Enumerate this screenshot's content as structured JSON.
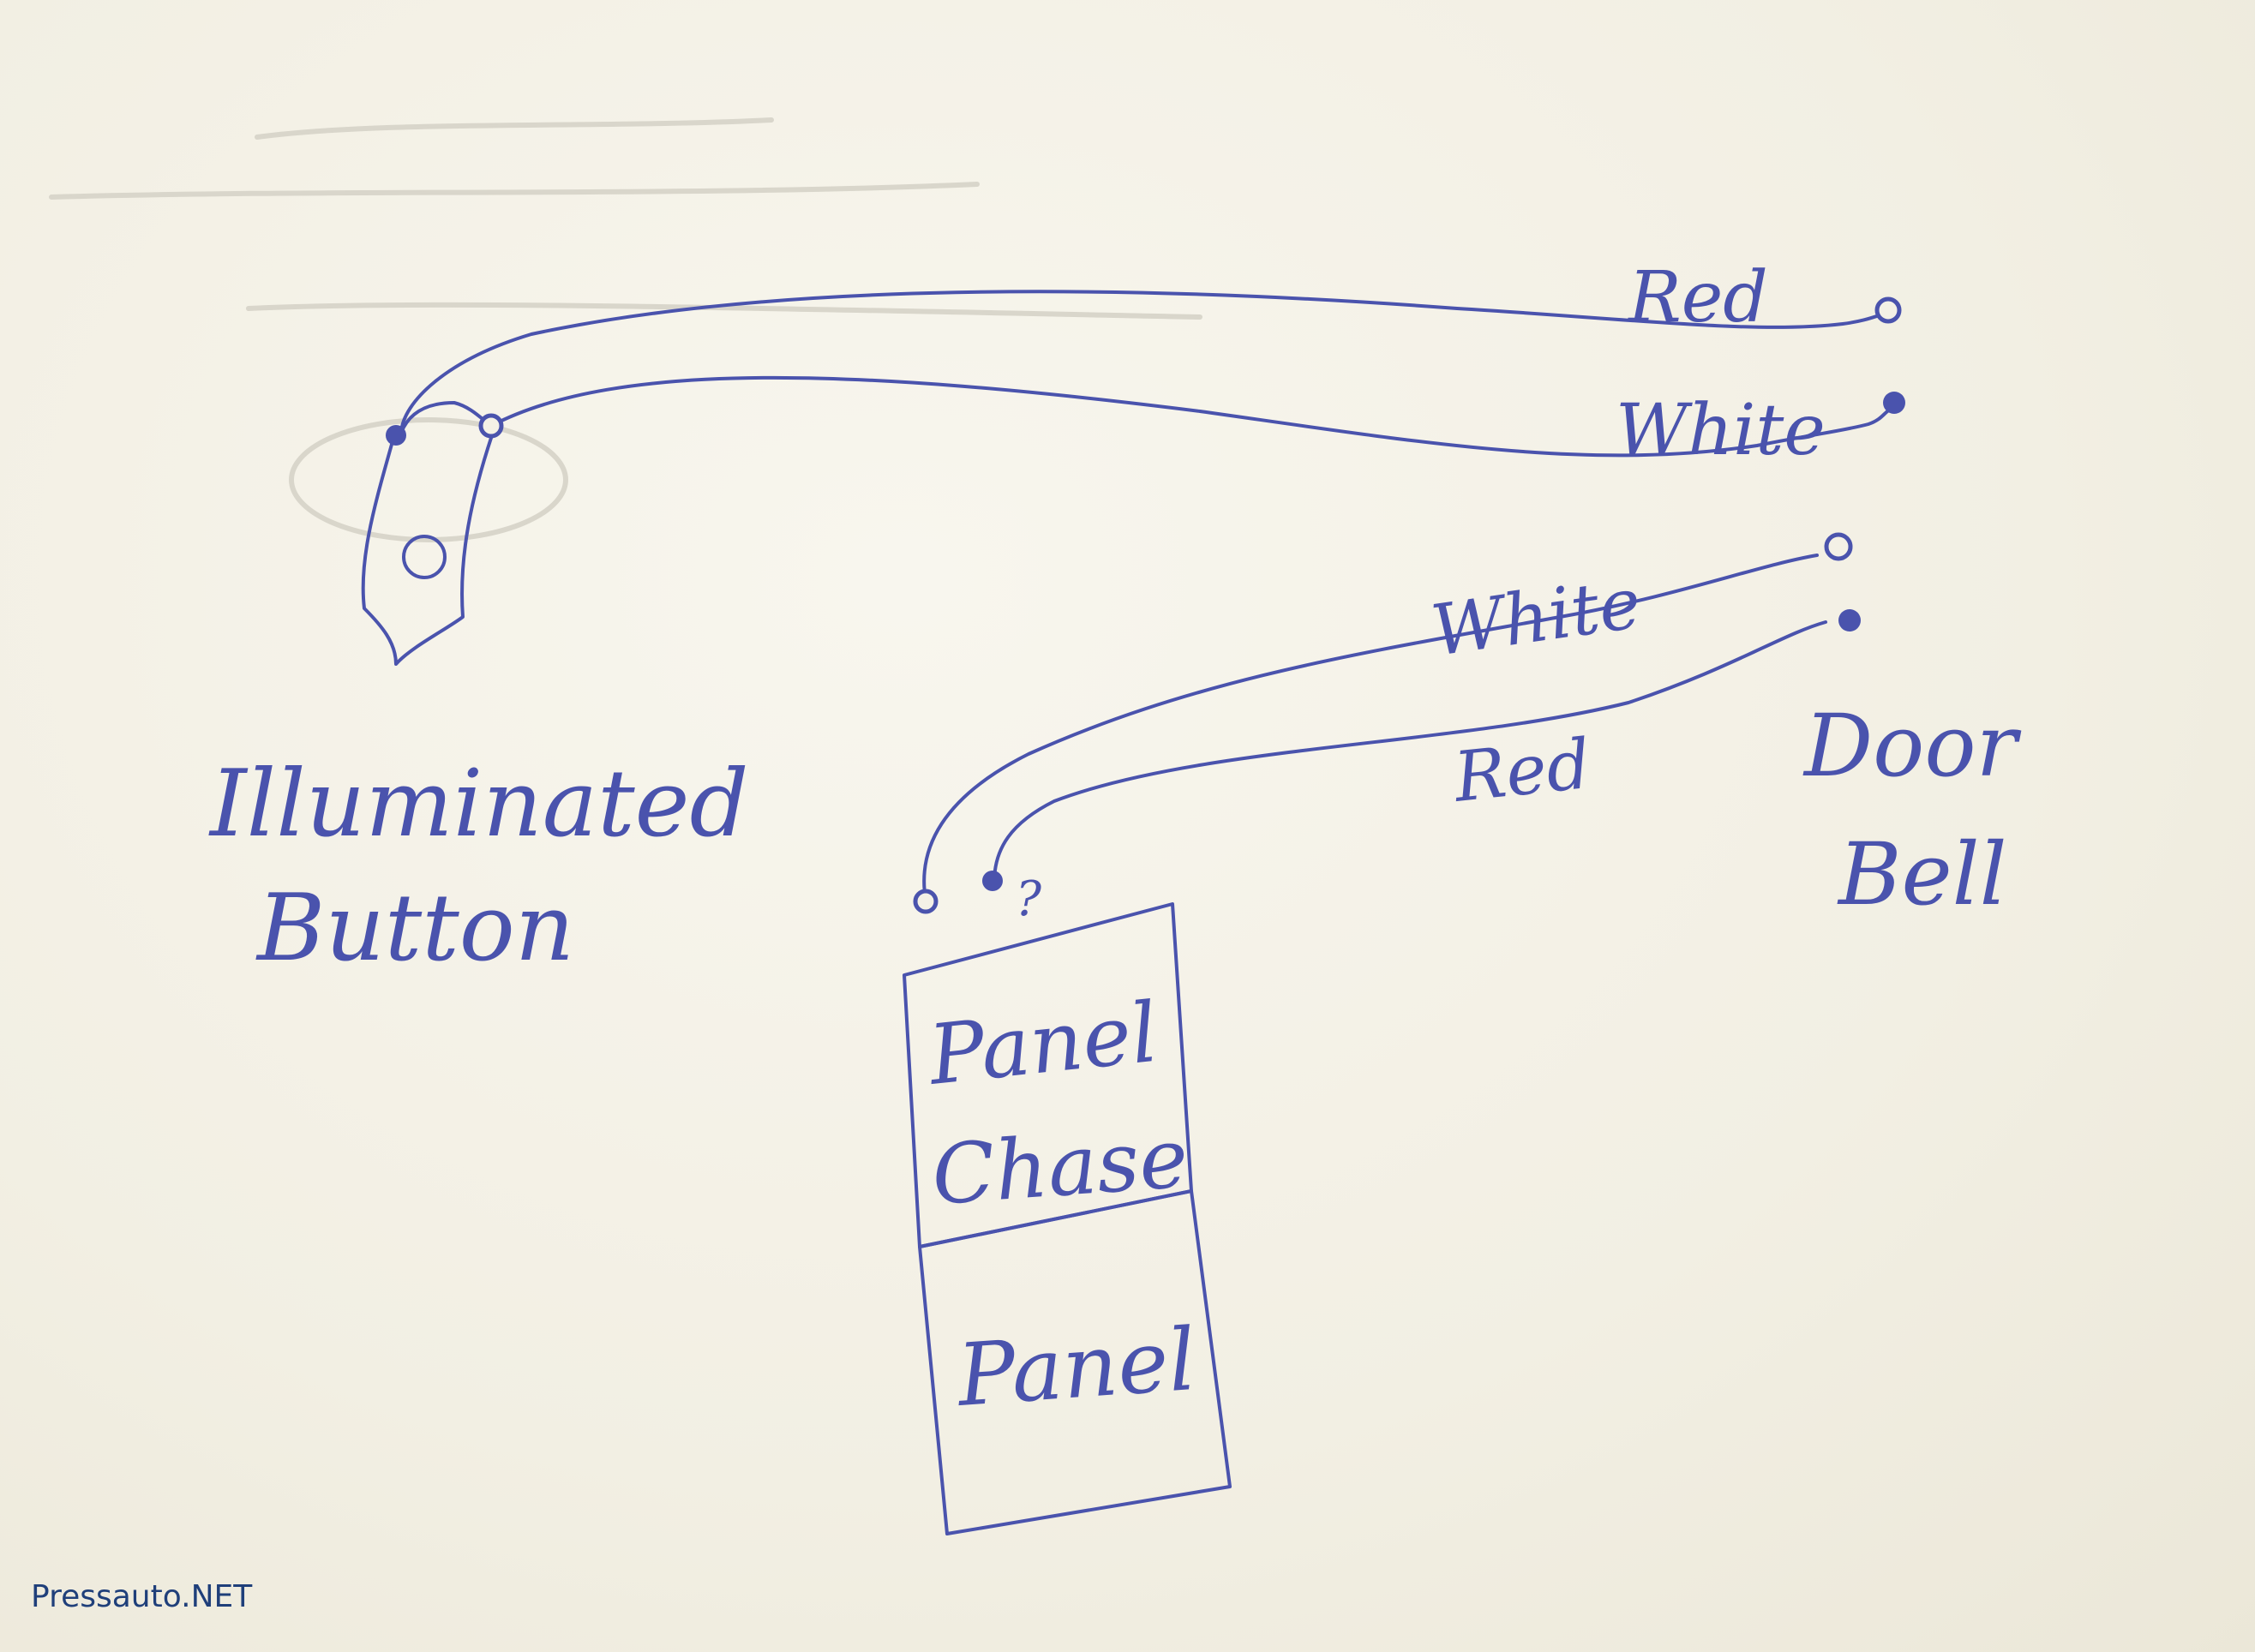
{
  "labels": {
    "button": [
      "Illuminated",
      "Button"
    ],
    "doorbell": [
      "Door",
      "Bell"
    ],
    "panel_chase": [
      "Panel",
      "Chase"
    ],
    "panel": "Panel",
    "top_red": "Red",
    "top_white": "White",
    "mid_white": "White",
    "mid_red": "Red",
    "question": "?"
  },
  "watermark": "Pressauto.NET",
  "colors": {
    "ink": "#4a53ad",
    "paper": "#f4f1e6",
    "watermark": "#1f3f7a"
  }
}
